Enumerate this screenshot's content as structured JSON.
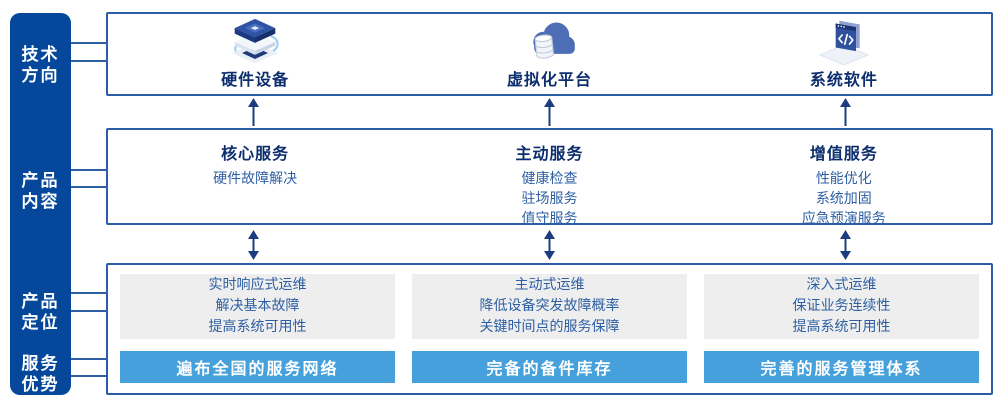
{
  "colors": {
    "sidebar_blue": "#05479B",
    "frame_border": "#2B5CA7",
    "heading_navy": "#0D2E6E",
    "body_blue": "#2E5FA3",
    "bar_blue": "#45A0DC",
    "gray_panel": "#EEEEEE",
    "arrow_navy": "#1B3C7E"
  },
  "sidebar": {
    "items": [
      {
        "label": "技术\n方向"
      },
      {
        "label": "产品\n内容"
      },
      {
        "label": "产品\n定位"
      },
      {
        "label": "服务\n优势"
      }
    ]
  },
  "tech_row": {
    "items": [
      {
        "icon": "server-stack-icon",
        "label": "硬件设备"
      },
      {
        "icon": "cloud-database-icon",
        "label": "虚拟化平台"
      },
      {
        "icon": "software-window-icon",
        "label": "系统软件"
      }
    ]
  },
  "content_row": {
    "items": [
      {
        "title": "核心服务",
        "lines": "硬件故障解决"
      },
      {
        "title": "主动服务",
        "lines": "健康检查\n驻场服务\n值守服务"
      },
      {
        "title": "增值服务",
        "lines": "性能优化\n系统加固\n应急预演服务"
      }
    ]
  },
  "bottom_row": {
    "items": [
      {
        "positioning": "实时响应式运维\n解决基本故障\n提高系统可用性",
        "advantage": "遍布全国的服务网络"
      },
      {
        "positioning": "主动式运维\n降低设备突发故障概率\n关键时间点的服务保障",
        "advantage": "完备的备件库存"
      },
      {
        "positioning": "深入式运维\n保证业务连续性\n提高系统可用性",
        "advantage": "完善的服务管理体系"
      }
    ]
  }
}
